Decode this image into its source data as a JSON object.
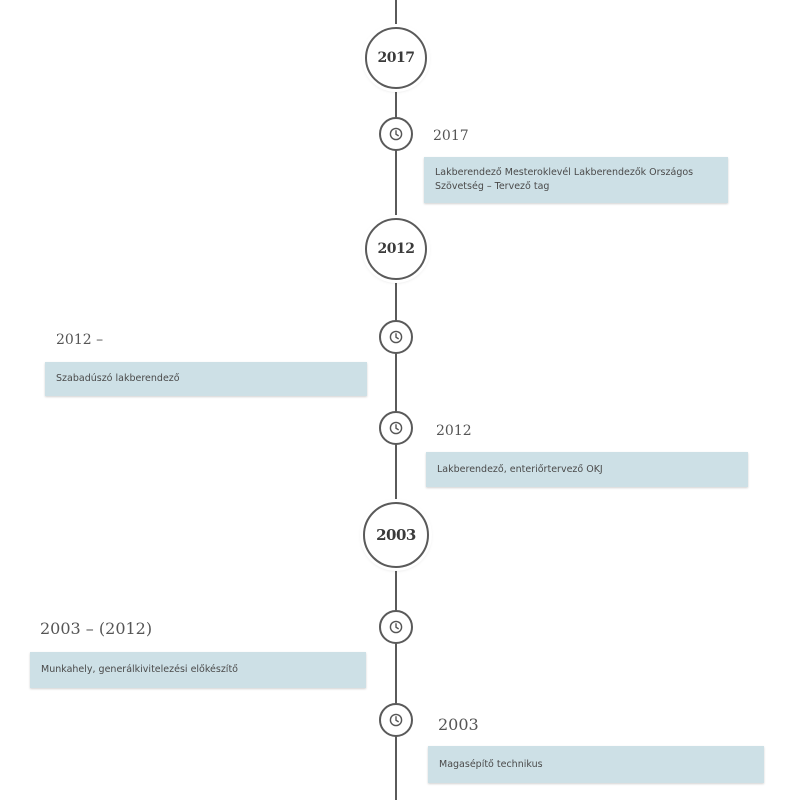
{
  "timeline": {
    "years": [
      {
        "label": "2017"
      },
      {
        "label": "2012"
      },
      {
        "label": "2003"
      }
    ],
    "events": [
      {
        "date": "2017",
        "description": "Lakberendező Mesteroklevél Lakberendezők Országos Szövetség – Tervező tag",
        "icon": "clock-icon"
      },
      {
        "date": "2012 –",
        "description": "Szabadúszó lakberendező",
        "icon": "clock-icon"
      },
      {
        "date": "2012",
        "description": "Lakberendező, enteriőrtervező OKJ",
        "icon": "clock-icon"
      },
      {
        "date": "2003 – (2012)",
        "description": "Munkahely, generálkivitelezési előkészítő",
        "icon": "clock-icon"
      },
      {
        "date": "2003",
        "description": "Magasépítő technikus",
        "icon": "clock-icon"
      }
    ]
  },
  "colors": {
    "line": "#5a5a5a",
    "card_background": "#cde0e6",
    "text": "#4a4a4a"
  }
}
